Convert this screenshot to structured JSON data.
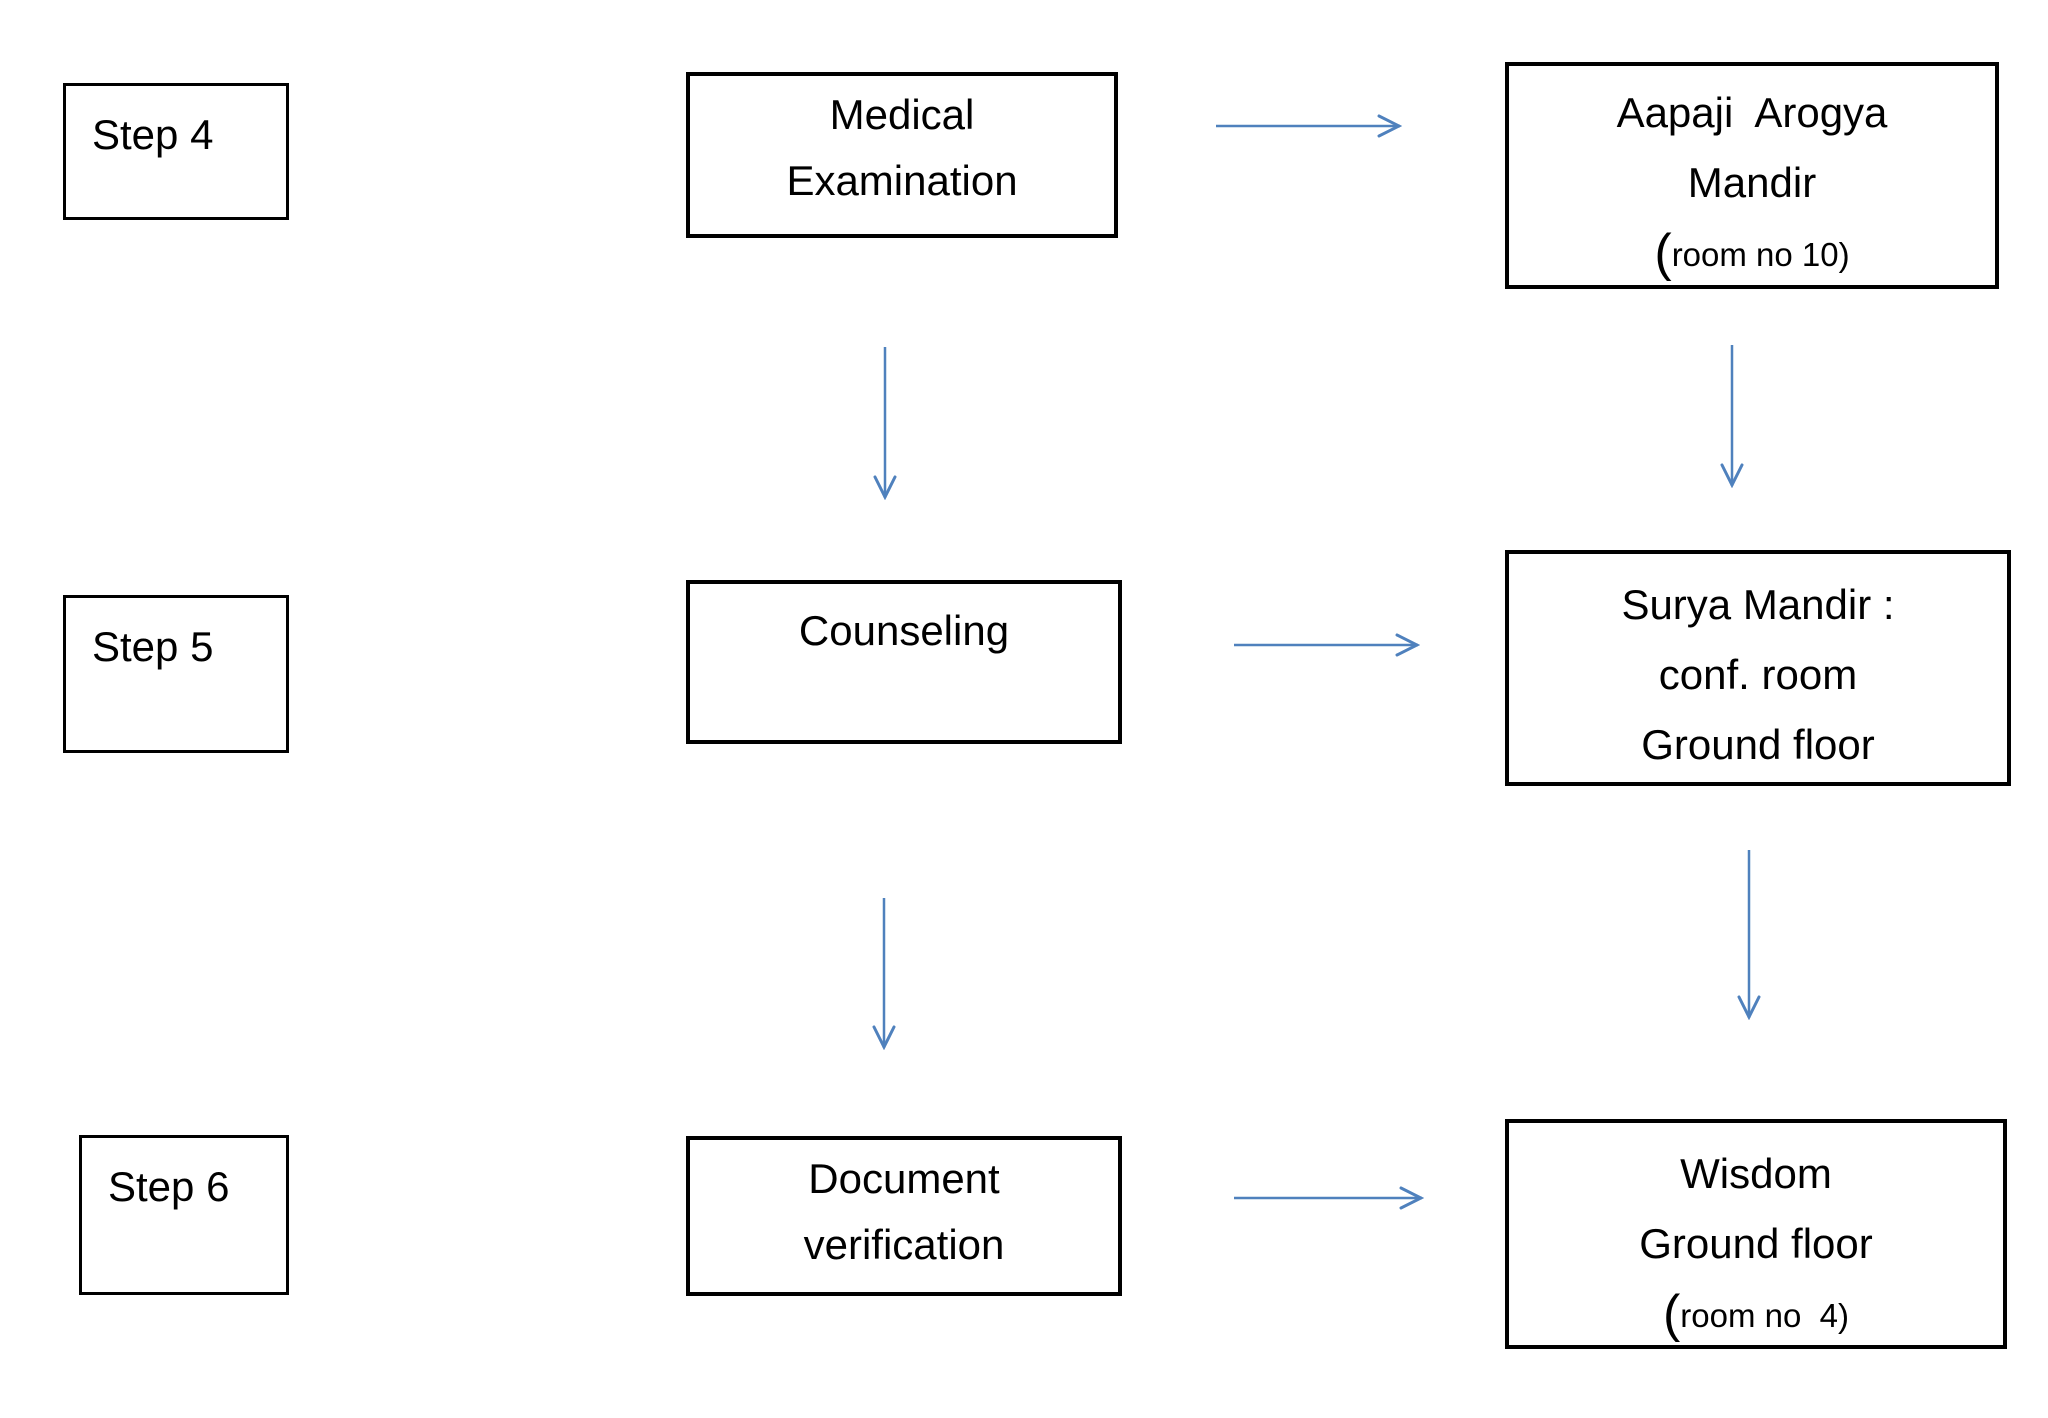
{
  "colors": {
    "background": "#ffffff",
    "box_border": "#000000",
    "text": "#000000",
    "arrow": "#4F81BD"
  },
  "rows": [
    {
      "step": "Step 4",
      "process": {
        "line1": "Medical",
        "line2": "Examination"
      },
      "location": {
        "line1": "Aapaji  Arogya",
        "line2": "Mandir",
        "paren": "(",
        "sub": "room no 10)"
      }
    },
    {
      "step": "Step 5",
      "process": {
        "line1": "Counseling"
      },
      "location": {
        "line1": "Surya Mandir :",
        "line2": "conf. room",
        "line3": "Ground floor"
      }
    },
    {
      "step": "Step 6",
      "process": {
        "line1": "Document",
        "line2": "verification"
      },
      "location": {
        "line1": "Wisdom",
        "line2": "Ground floor",
        "paren": "(",
        "sub": "room no  4)"
      }
    }
  ],
  "edges": [
    {
      "from": "Medical Examination",
      "to": "Aapaji Arogya Mandir (room no 10)",
      "direction": "right"
    },
    {
      "from": "Medical Examination",
      "to": "Counseling",
      "direction": "down"
    },
    {
      "from": "Aapaji Arogya Mandir (room no 10)",
      "to": "Surya Mandir : conf. room Ground floor",
      "direction": "down"
    },
    {
      "from": "Counseling",
      "to": "Surya Mandir : conf. room Ground floor",
      "direction": "right"
    },
    {
      "from": "Counseling",
      "to": "Document verification",
      "direction": "down"
    },
    {
      "from": "Surya Mandir : conf. room Ground floor",
      "to": "Wisdom Ground floor (room no 4)",
      "direction": "down"
    },
    {
      "from": "Document verification",
      "to": "Wisdom Ground floor (room no 4)",
      "direction": "right"
    }
  ]
}
